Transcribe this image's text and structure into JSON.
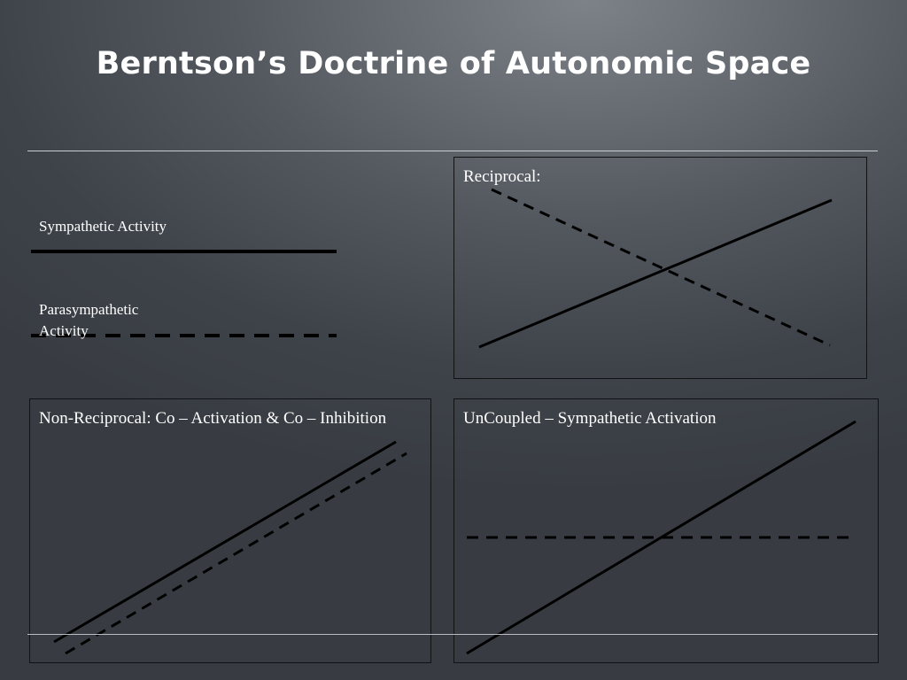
{
  "slide": {
    "title": "Berntson’s Doctrine of Autonomic Space"
  },
  "legend": {
    "sympathetic_label": "Sympathetic Activity",
    "parasympathetic_label": "Parasympathetic Activity"
  },
  "panels": {
    "reciprocal": {
      "label": "Reciprocal:"
    },
    "non_reciprocal": {
      "label": "Non-Reciprocal: Co – Activation & Co – Inhibition"
    },
    "uncoupled": {
      "label": "UnCoupled – Sympathetic Activation"
    }
  },
  "colors": {
    "text": "#ffffff",
    "line": "#000000",
    "panel_border": "#101214",
    "background_dark": "#3e434a",
    "background_light": "#7d8289"
  }
}
